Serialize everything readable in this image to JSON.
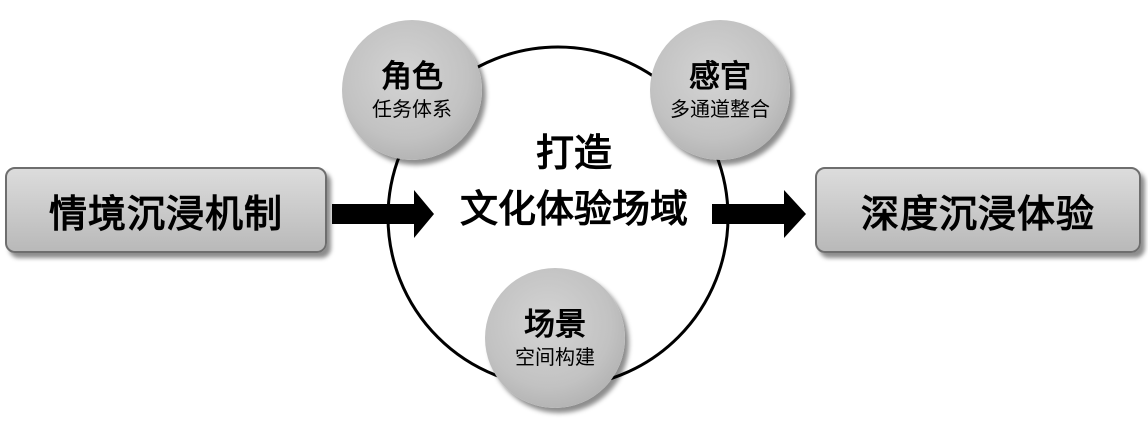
{
  "left_box": {
    "label": "情境沉浸机制"
  },
  "right_box": {
    "label": "深度沉浸体验"
  },
  "center": {
    "line1": "打造",
    "line2": "文化体验场域"
  },
  "nodes": {
    "role": {
      "title": "角色",
      "subtitle": "任务体系"
    },
    "senses": {
      "title": "感官",
      "subtitle": "多通道整合"
    },
    "scene": {
      "title": "场景",
      "subtitle": "空间构建"
    }
  },
  "colors": {
    "box_fill": "#c8c8c8",
    "node_fill": "#c2c2c2",
    "stroke": "#000000"
  }
}
